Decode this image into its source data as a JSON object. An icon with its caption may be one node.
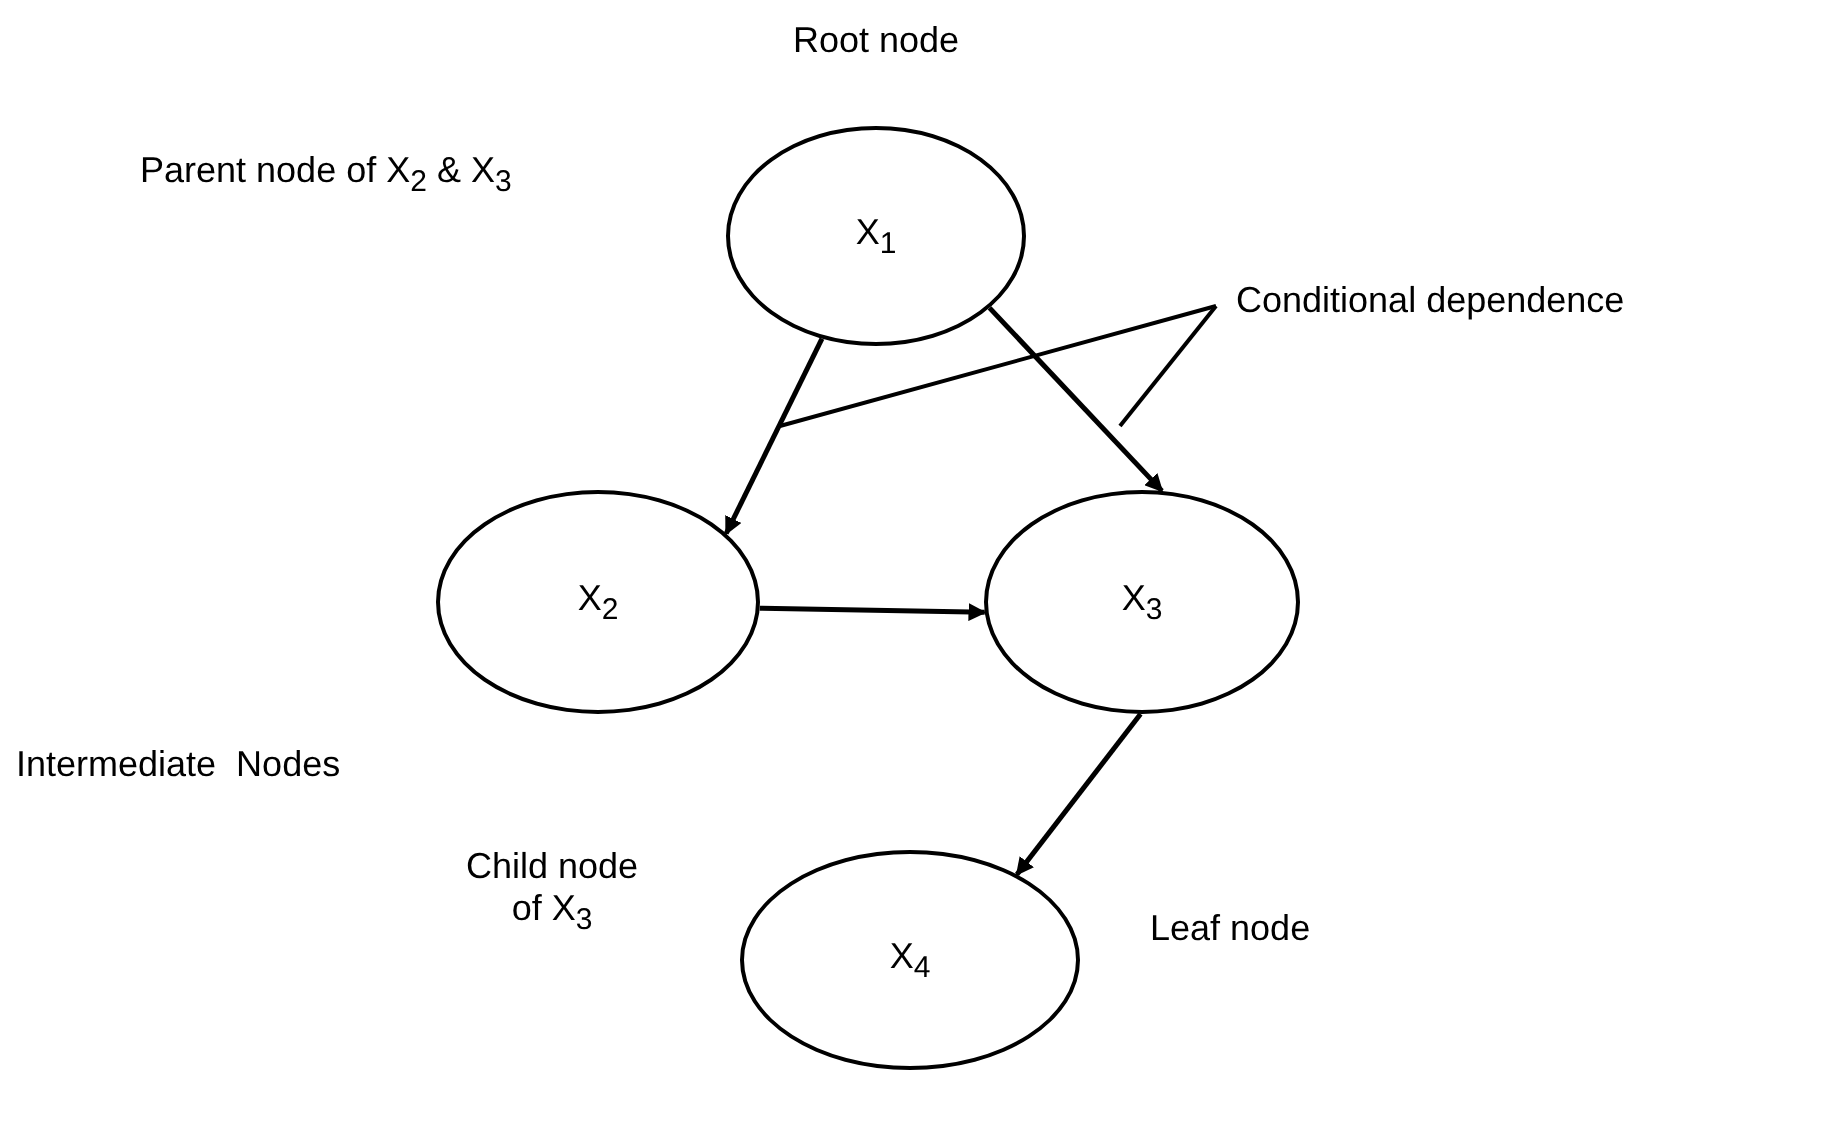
{
  "diagram": {
    "nodes": [
      {
        "text": [
          "X$_{1}$"
        ],
        "beside": [
          "Root node"
        ]
      },
      {
        "text": [
          "X$_{2}$"
        ]
      },
      {
        "text": [
          "X$_{3}$"
        ]
      },
      {
        "text": [
          "X$_{4}$"
        ],
        "beside": [
          "Child node of X$_{3}$",
          "Leaf node"
        ]
      },
      {
        "text": [
          "Conditional dependence"
        ]
      }
    ],
    "edges": [
      {
        "from": 0,
        "to": 1,
        "arrow": "to"
      },
      {
        "from": 0,
        "to": 2,
        "arrow": "to"
      },
      {
        "from": 1,
        "to": 2,
        "arrow": "to"
      },
      {
        "from": 2,
        "to": 3,
        "arrow": "to"
      },
      {
        "from": 4,
        "to": null,
        "arrow": "none"
      },
      {
        "from": 4,
        "to": null,
        "arrow": "none"
      }
    ],
    "labels": [
      "Parent node of X$_{2}$ & X$_{3}$",
      "Intermediate  Nodes"
    ]
  }
}
